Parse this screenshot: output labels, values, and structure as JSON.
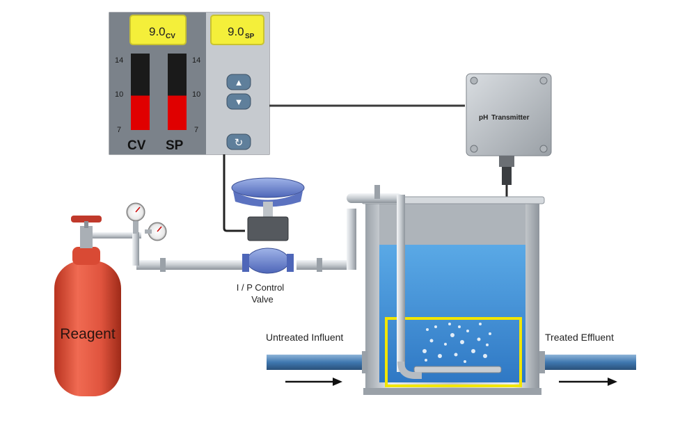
{
  "controller": {
    "cv_value": "9.0",
    "cv_sub": "CV",
    "sp_value": "9.0",
    "sp_sub": "SP",
    "scale_top": "14",
    "scale_mid": "10",
    "scale_bottom": "7",
    "cv_label": "CV",
    "sp_label": "SP",
    "cv_level_fraction": 0.45,
    "sp_level_fraction": 0.45,
    "buttons": [
      {
        "name": "up-arrow-icon",
        "glyph": "▲"
      },
      {
        "name": "down-arrow-icon",
        "glyph": "▼"
      },
      {
        "name": "refresh-icon",
        "glyph": "↻"
      }
    ]
  },
  "transmitter": {
    "label_ph": "pH",
    "label_rest": "Transmitter"
  },
  "valve": {
    "label_line1": "I / P  Control",
    "label_line2": "Valve"
  },
  "cylinder": {
    "label": "Reagent"
  },
  "flows": {
    "influent_label": "Untreated Influent",
    "effluent_label": "Treated Effluent"
  },
  "colors": {
    "display_bg": "#f4ef3a",
    "bar_red": "#e00000",
    "bar_black": "#1a1a1a",
    "water": "#3a8fd6",
    "highlight": "#f2e600",
    "cylinder": "#e8553f"
  }
}
